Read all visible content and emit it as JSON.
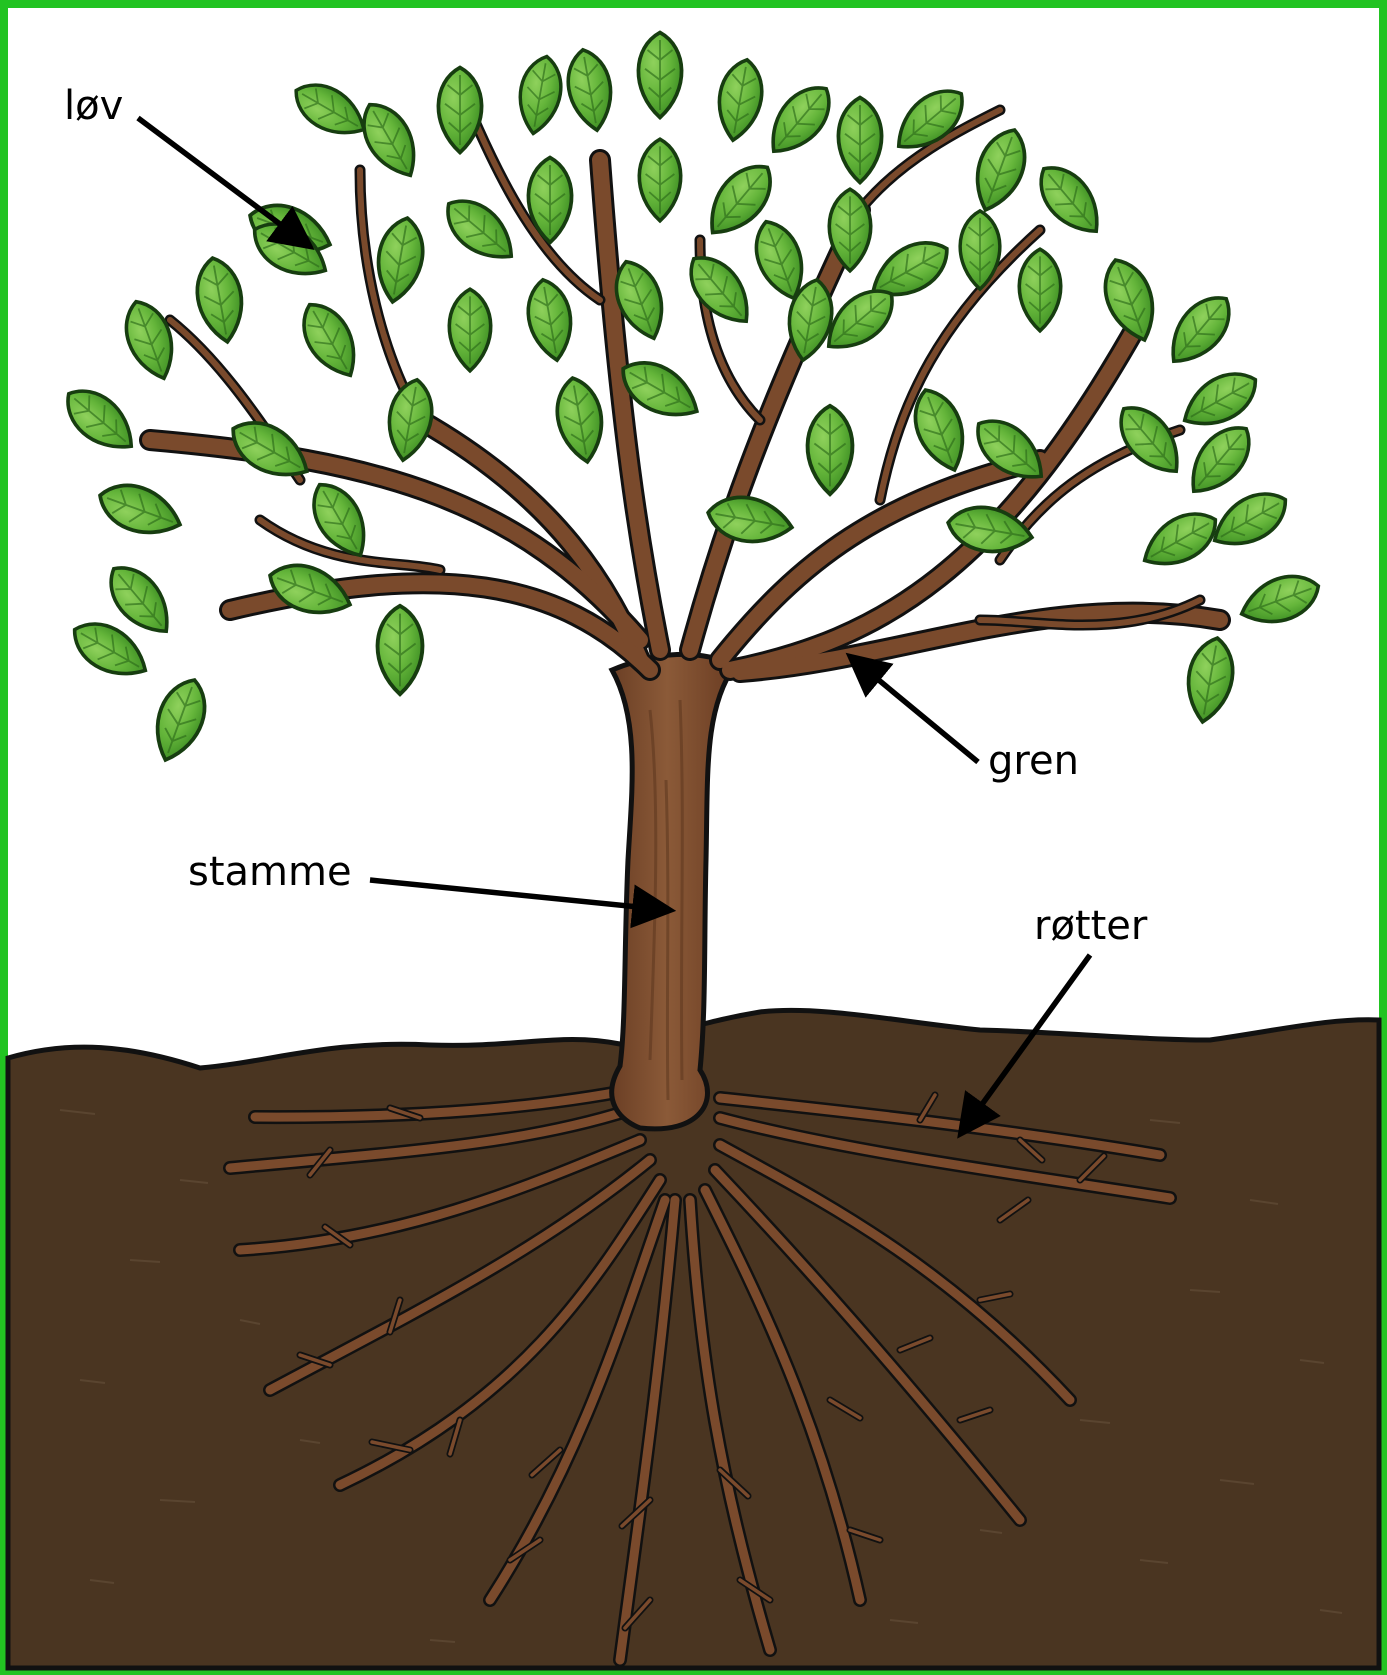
{
  "diagram": {
    "labels": {
      "leaves": "løv",
      "branch": "gren",
      "trunk": "stamme",
      "roots": "røtter"
    },
    "colors": {
      "frame": "#22c322",
      "sky": "#ffffff",
      "soil": "#4a3521",
      "soil_line": "#111111",
      "wood": "#7a4a2c",
      "wood_dark": "#5f3820",
      "leaf": "#63b236",
      "leaf_light": "#86cf52",
      "leaf_outline": "#173d10",
      "arrow": "#000000"
    }
  }
}
